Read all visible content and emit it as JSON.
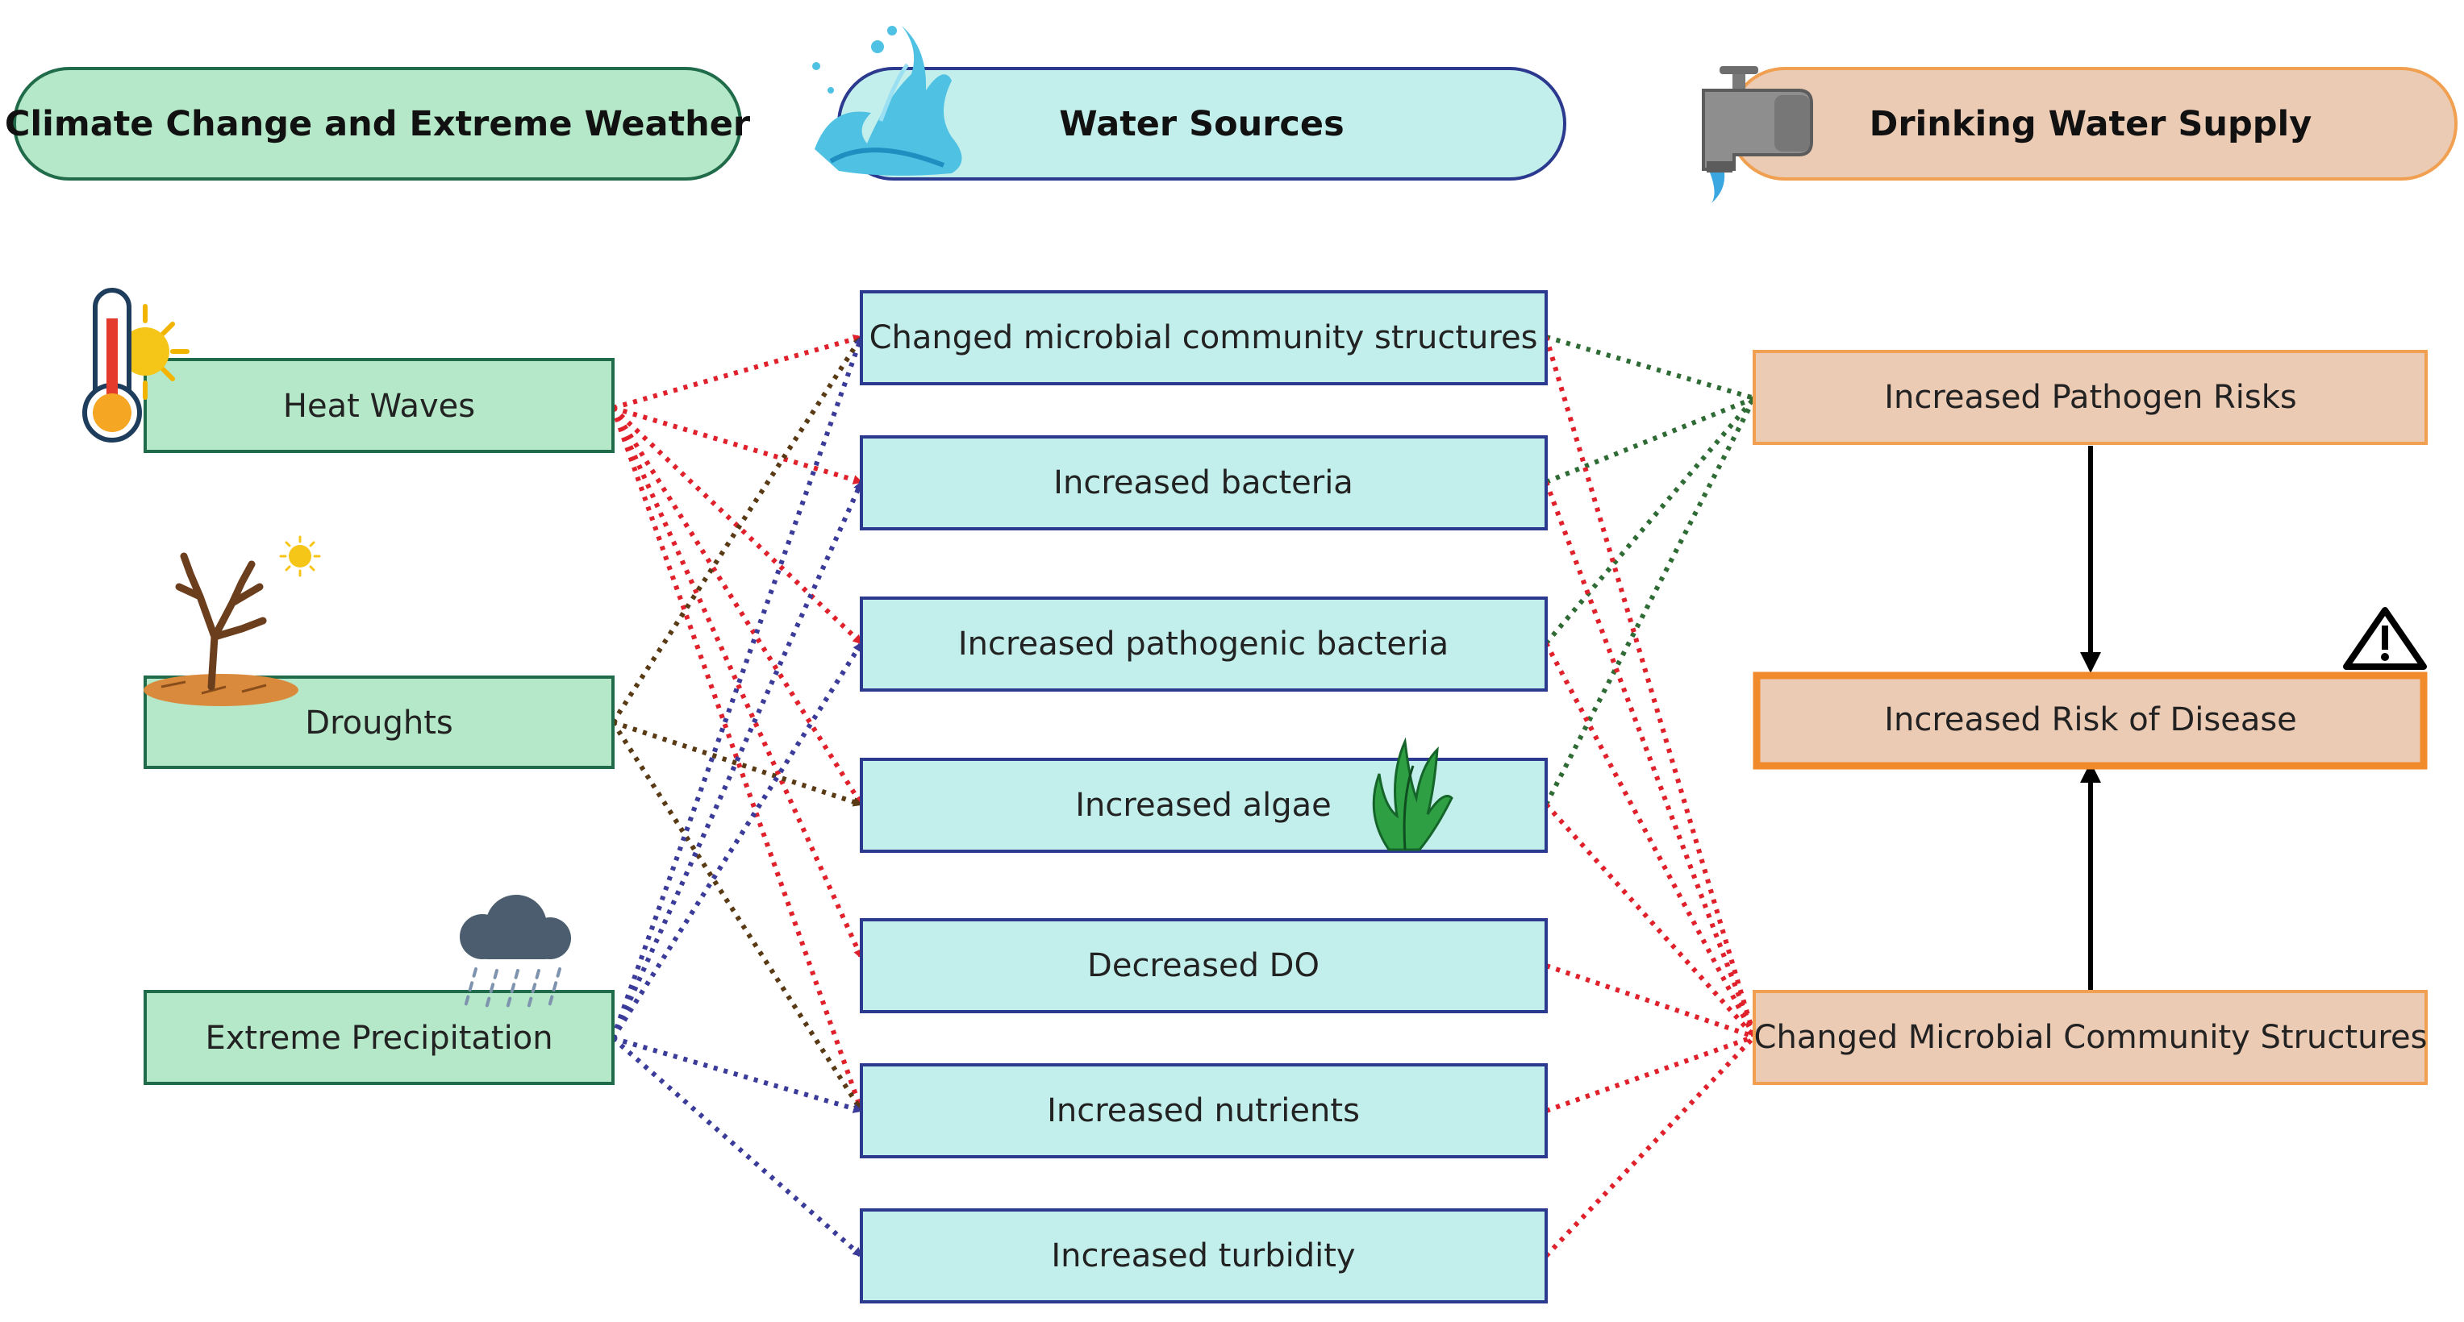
{
  "headers": {
    "climate": "Climate Change and Extreme Weather",
    "water": "Water Sources",
    "drinking": "Drinking Water Supply"
  },
  "drivers": [
    "Heat Waves",
    "Droughts",
    "Extreme Precipitation"
  ],
  "water_effects": [
    "Changed microbial community structures",
    "Increased bacteria",
    "Increased pathogenic bacteria",
    "Increased algae",
    "Decreased DO",
    "Increased nutrients",
    "Increased turbidity"
  ],
  "supply_outcomes": [
    "Increased Pathogen Risks",
    "Increased Risk of Disease",
    "Changed Microbial Community Structures"
  ],
  "colors": {
    "green_fill": "#b5e8c8",
    "green_border": "#1f6b4a",
    "cyan_fill": "#c2efec",
    "navy_border": "#2b3a8f",
    "peach_fill": "#eccbb5",
    "orange_border": "#f0a050",
    "heat_arrow": "#e0202a",
    "drought_arrow": "#5a3a14",
    "precip_arrow": "#3b3b9a",
    "pathogen_link": "#2f6b34",
    "community_link": "#e0202a"
  },
  "icons": [
    "thermometer-sun-icon",
    "dead-tree-icon",
    "rain-cloud-icon",
    "water-splash-icon",
    "faucet-icon",
    "algae-icon",
    "warning-icon"
  ]
}
